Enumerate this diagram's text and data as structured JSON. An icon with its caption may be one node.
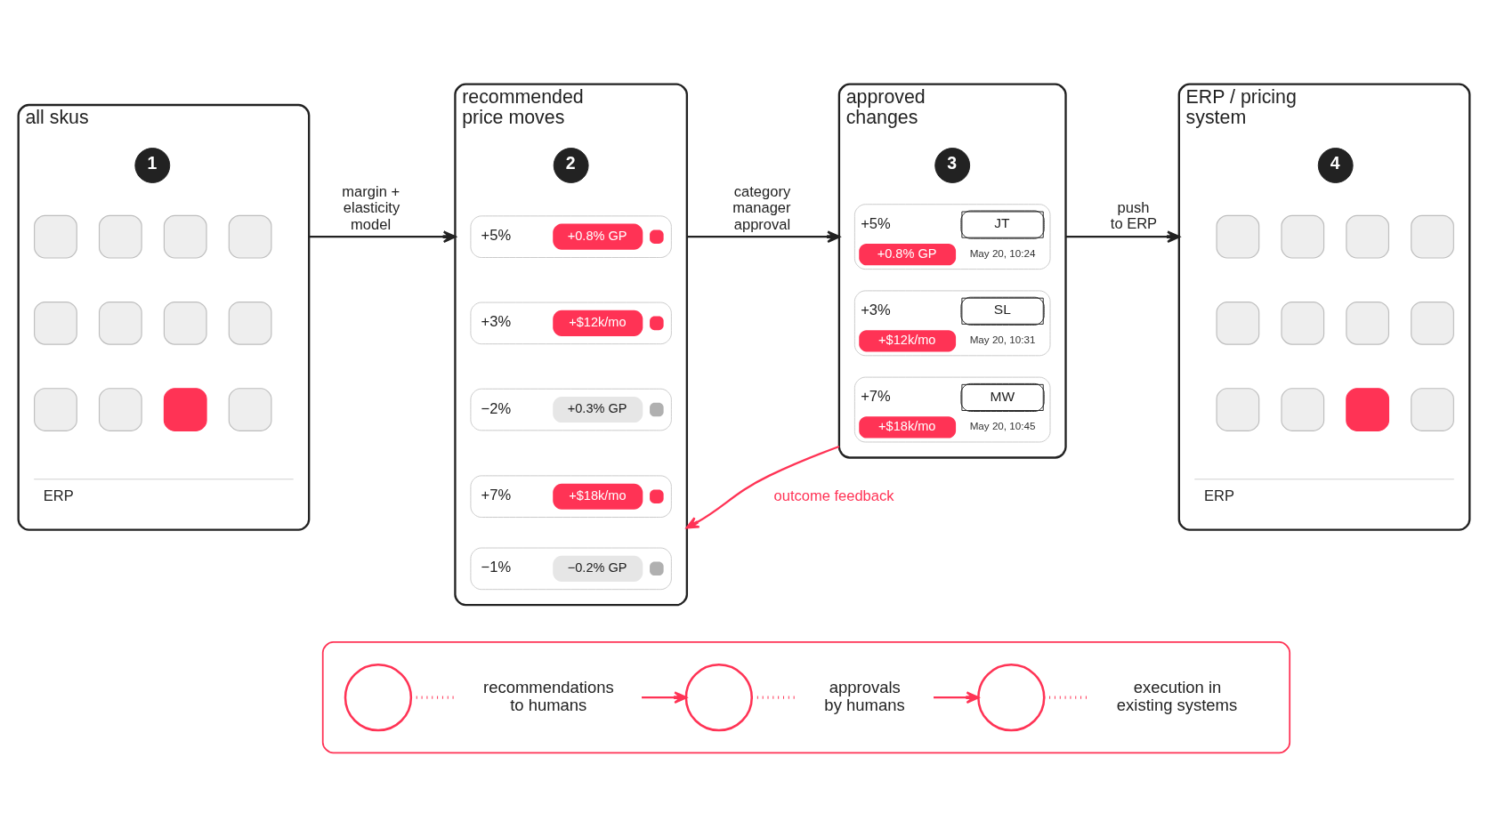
{
  "diagram": {
    "nodes": [
      {
        "text": [
          "all skus",
          "ERP"
        ]
      },
      {
        "text": [
          "1"
        ],
        "in": 0
      },
      {
        "text": [],
        "shape": "box",
        "in": 0
      },
      {
        "text": [],
        "shape": "box",
        "in": 0
      },
      {
        "text": [],
        "shape": "box",
        "in": 0
      },
      {
        "text": [],
        "shape": "box",
        "in": 0
      },
      {
        "text": [],
        "shape": "box",
        "in": 0
      },
      {
        "text": [],
        "shape": "box",
        "in": 0
      },
      {
        "text": [],
        "shape": "box",
        "in": 0
      },
      {
        "text": [],
        "shape": "box",
        "in": 0
      },
      {
        "text": [],
        "shape": "box",
        "in": 0
      },
      {
        "text": [],
        "shape": "box",
        "in": 0
      },
      {
        "text": [],
        "shape": "box",
        "in": 0
      },
      {
        "text": [],
        "shape": "box",
        "in": 0
      },
      {
        "text": [
          "recommended price moves"
        ]
      },
      {
        "text": [
          "2"
        ],
        "in": 14
      },
      {
        "text": [
          "+5%",
          "+0.8% GP"
        ],
        "in": 14
      },
      {
        "text": [
          "+3%",
          "+$12k/mo"
        ],
        "in": 14
      },
      {
        "text": [
          "−2%",
          "+0.3% GP"
        ],
        "in": 14
      },
      {
        "text": [
          "+7%",
          "+$18k/mo"
        ],
        "in": 14
      },
      {
        "text": [
          "−1%",
          "−0.2% GP"
        ],
        "in": 14
      },
      {
        "text": [
          "approved changes"
        ]
      },
      {
        "text": [
          "3"
        ],
        "in": 21
      },
      {
        "text": [
          "+5%",
          "+0.8% GP",
          "JT",
          "May 20, 10:24"
        ],
        "in": 21
      },
      {
        "text": [
          "+3%",
          "+$12k/mo",
          "SL",
          "May 20, 10:31"
        ],
        "in": 21
      },
      {
        "text": [
          "+7%",
          "+$18k/mo",
          "MW",
          "May 20, 10:45"
        ],
        "in": 21
      },
      {
        "text": [
          "ERP / pricing system",
          "ERP"
        ]
      },
      {
        "text": [
          "4"
        ],
        "in": 26
      },
      {
        "text": [],
        "shape": "box",
        "in": 26
      },
      {
        "text": [],
        "shape": "box",
        "in": 26
      },
      {
        "text": [],
        "shape": "box",
        "in": 26
      },
      {
        "text": [],
        "shape": "box",
        "in": 26
      },
      {
        "text": [],
        "shape": "box",
        "in": 26
      },
      {
        "text": [],
        "shape": "box",
        "in": 26
      },
      {
        "text": [],
        "shape": "box",
        "in": 26
      },
      {
        "text": [],
        "shape": "box",
        "in": 26
      },
      {
        "text": [],
        "shape": "box",
        "in": 26
      },
      {
        "text": [],
        "shape": "box",
        "in": 26
      },
      {
        "text": [],
        "shape": "box",
        "in": 26
      },
      {
        "text": [],
        "shape": "box",
        "in": 26
      },
      {
        "text": [],
        "shape": "box"
      },
      {
        "text": [],
        "shape": "circle",
        "in": 40
      },
      {
        "text": [
          "recommendations to humans"
        ],
        "in": 40
      },
      {
        "text": [],
        "shape": "circle",
        "in": 40
      },
      {
        "text": [
          "approvals by humans"
        ],
        "in": 40
      },
      {
        "text": [],
        "shape": "circle",
        "in": 40
      },
      {
        "text": [
          "execution in existing systems"
        ],
        "in": 40
      }
    ],
    "edges": [
      {
        "from": 0,
        "to": 14,
        "arrow": "to",
        "label": "margin + elasticity model",
        "color": "#222222"
      },
      {
        "from": 14,
        "to": 21,
        "arrow": "to",
        "label": "category manager approval",
        "color": "#222222"
      },
      {
        "from": 21,
        "to": 26,
        "arrow": "to",
        "label": "push to ERP",
        "color": "#222222"
      },
      {
        "from": 21,
        "to": 14,
        "arrow": "to",
        "label": "outcome feedback"
      },
      {
        "from": 41,
        "to": 42,
        "arrow": "none",
        "style": "dashed"
      },
      {
        "from": 42,
        "to": 43,
        "arrow": "to"
      },
      {
        "from": 43,
        "to": 44,
        "arrow": "none",
        "style": "dashed"
      },
      {
        "from": 44,
        "to": 45,
        "arrow": "to"
      },
      {
        "from": 45,
        "to": 46,
        "arrow": "none",
        "style": "dashed"
      }
    ]
  }
}
